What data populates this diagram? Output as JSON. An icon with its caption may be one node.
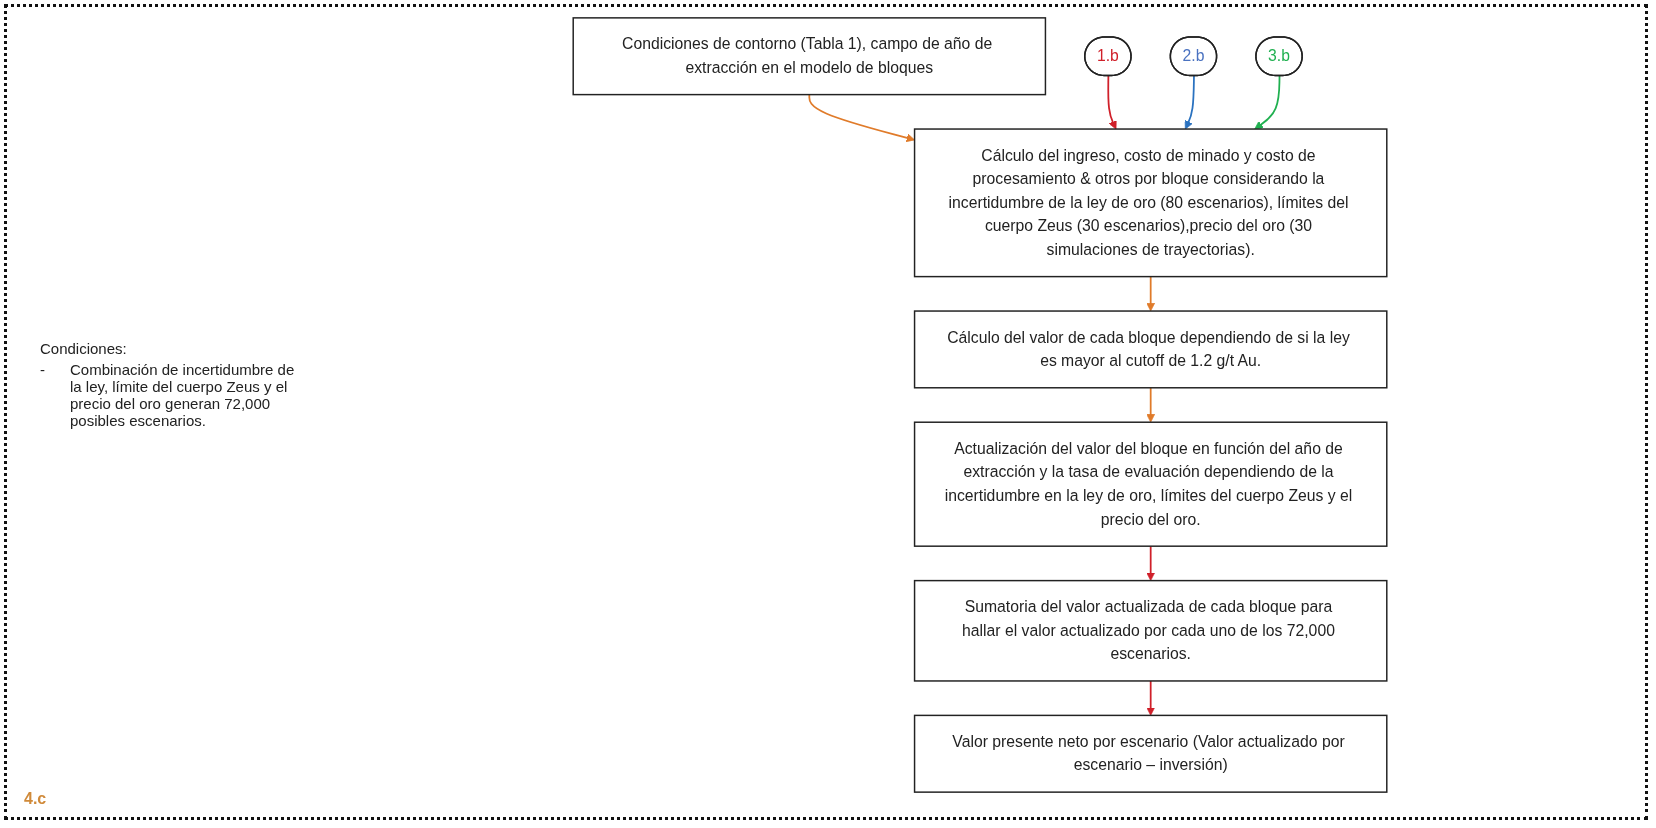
{
  "diagram": {
    "nodes": [
      {
        "text": [
          "Condiciones de contorno (Tabla 1), campo de año de extracción en el modelo de bloques"
        ]
      },
      {
        "text": [
          "1.b"
        ]
      },
      {
        "text": [
          "2.b"
        ]
      },
      {
        "text": [
          "3.b"
        ]
      },
      {
        "text": [
          "Cálculo del ingreso, costo de minado y costo de procesamiento & otros por bloque considerando la incertidumbre de la ley de oro (80 escenarios), límites del cuerpo Zeus (30 escenarios),precio del oro (30 simulaciones de trayectorias)."
        ]
      },
      {
        "text": [
          "Cálculo del valor de cada bloque dependiendo de si la ley es mayor al cutoff de 1.2 g/t Au."
        ]
      },
      {
        "text": [
          "Actualización del valor del bloque en función del año de extracción y la tasa de evaluación dependiendo de la incertidumbre en la ley de oro, límites del cuerpo Zeus y el precio del oro."
        ]
      },
      {
        "text": [
          "Sumatoria del valor actualizada de cada bloque para hallar el valor actualizado por cada uno de los 72,000 escenarios."
        ]
      },
      {
        "text": [
          "Valor presente neto por escenario (Valor actualizado por escenario – inversión)"
        ]
      }
    ],
    "edges": [
      {
        "from": 0,
        "to": 4,
        "arrow": "to",
        "color": "#e07b2a"
      },
      {
        "from": 1,
        "to": 4,
        "arrow": "to",
        "color": "#d0202a"
      },
      {
        "from": 2,
        "to": 4,
        "arrow": "to",
        "color": "#2a72c0"
      },
      {
        "from": 3,
        "to": 4,
        "arrow": "to",
        "color": "#20b050"
      },
      {
        "from": 4,
        "to": 5,
        "arrow": "to",
        "color": "#e07b2a"
      },
      {
        "from": 5,
        "to": 6,
        "arrow": "to",
        "color": "#e07b2a"
      },
      {
        "from": 6,
        "to": 7,
        "arrow": "to",
        "color": "#d0202a"
      },
      {
        "from": 7,
        "to": 8,
        "arrow": "to",
        "color": "#d0202a"
      }
    ],
    "labels": [
      "Condiciones:",
      "-",
      "Combinación de incertidumbre de la ley, límite del cuerpo Zeus y el precio del oro generan 72,000 posibles escenarios.",
      "4.c"
    ]
  }
}
